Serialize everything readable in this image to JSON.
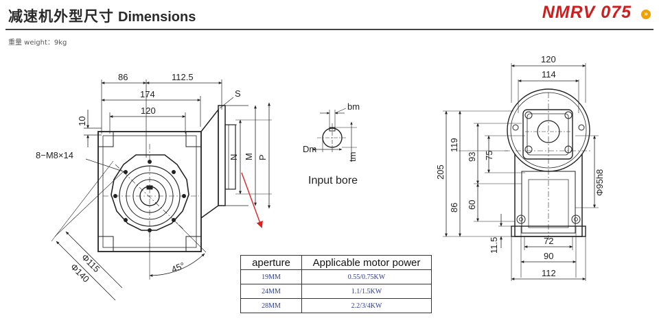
{
  "header": {
    "title_cn": "减速机外型尺寸",
    "title_en": "Dimensions",
    "model": "NMRV 075",
    "model_mark": "»",
    "weight": "重量 weight：9kg"
  },
  "front_view": {
    "dims": {
      "d86": "86",
      "d112_5": "112.5",
      "d174": "174",
      "d120": "120",
      "d10": "10",
      "s": "S",
      "n": "N",
      "m": "M",
      "p": "P",
      "bolts": "8−M8×14",
      "phi115": "Φ115",
      "phi140": "Φ140",
      "angle45": "45°"
    }
  },
  "input_bore": {
    "bm": "bm",
    "dm": "Dm",
    "tm": "tm",
    "label": "Input bore"
  },
  "side_view": {
    "dims": {
      "d120": "120",
      "d114": "114",
      "d205": "205",
      "d119": "119",
      "d93": "93",
      "d75": "75",
      "d86": "86",
      "d60": "60",
      "phi95h8": "Φ95h8",
      "d11_5": "11.5",
      "d72": "72",
      "d90": "90",
      "d112": "112"
    }
  },
  "aperture_table": {
    "headers": [
      "aperture",
      "Applicable motor power"
    ],
    "rows": [
      [
        "19MM",
        "0.55/0.75KW"
      ],
      [
        "24MM",
        "1.1/1.5KW"
      ],
      [
        "28MM",
        "2.2/3/4KW"
      ]
    ]
  },
  "colors": {
    "arrow": "#e02020",
    "model": "#d01c1c",
    "table_text": "#2b3a8f"
  }
}
